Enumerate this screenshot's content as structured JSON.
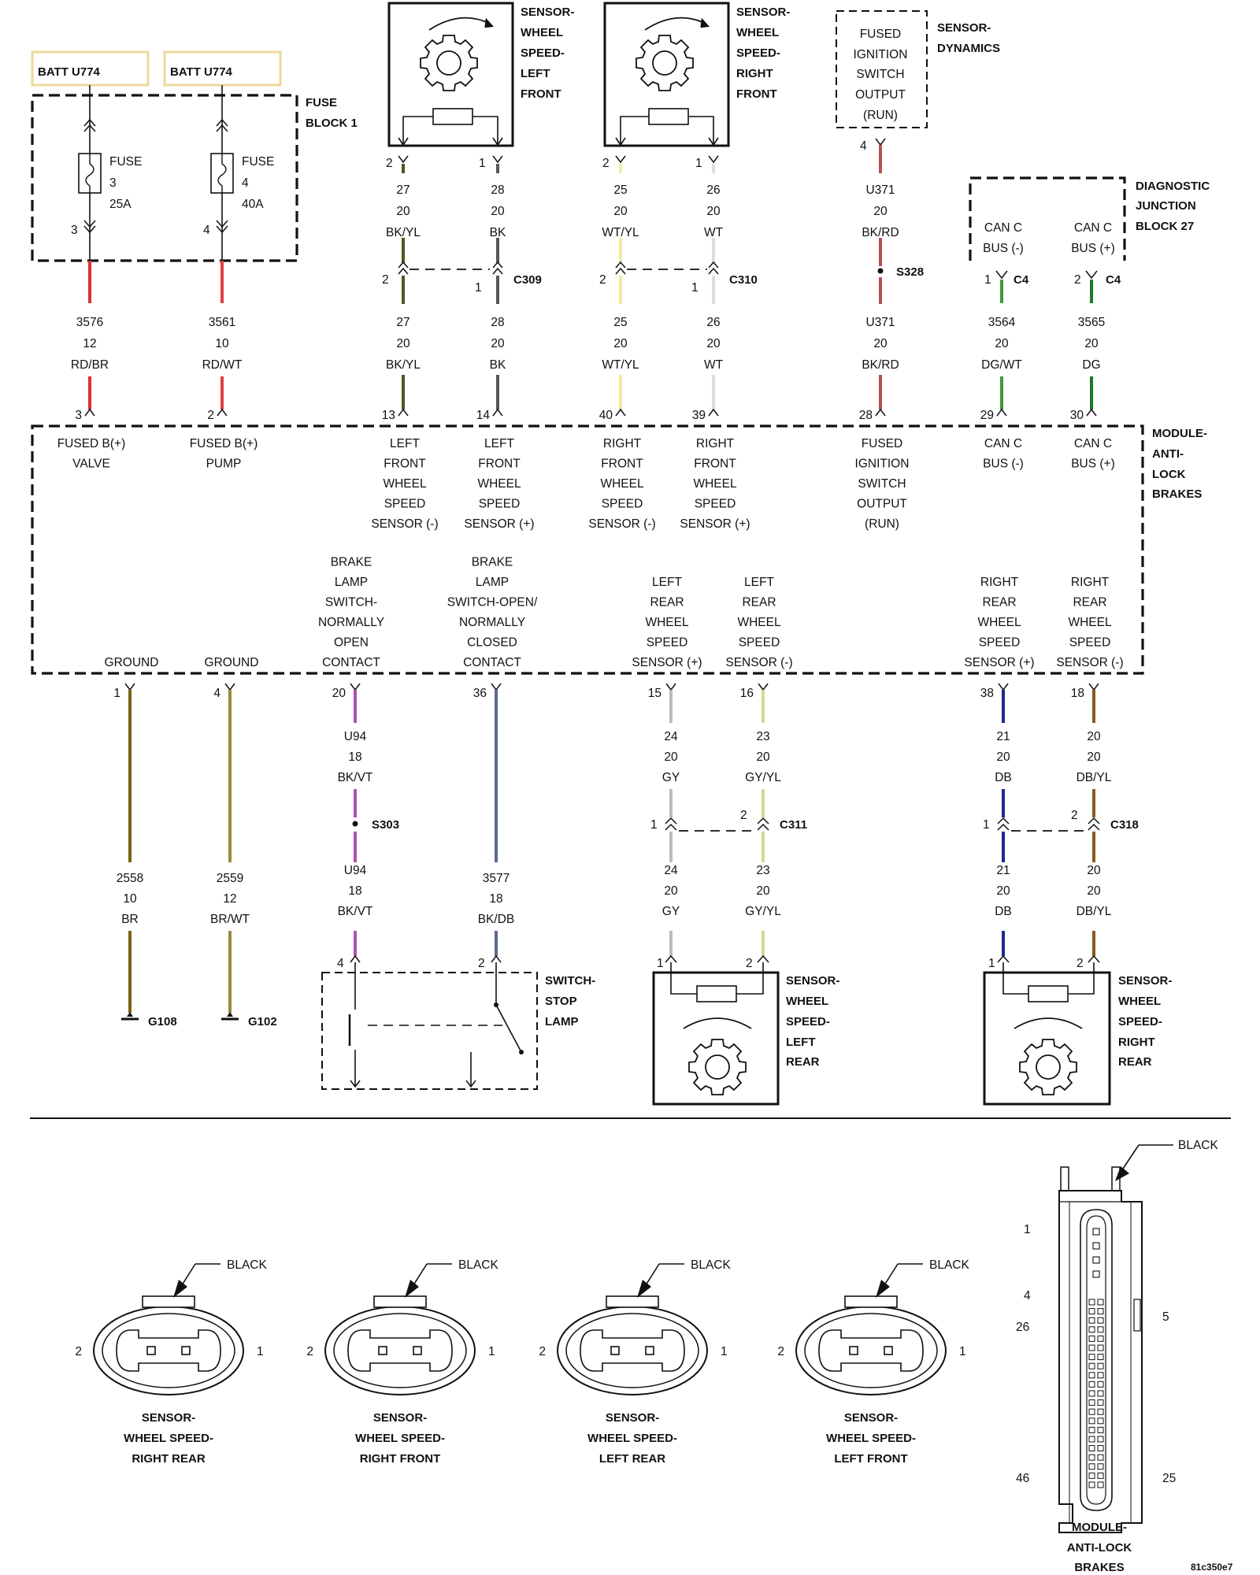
{
  "batteries": [
    {
      "label": "BATT U774"
    },
    {
      "label": "BATT U774"
    }
  ],
  "fuse_block": {
    "title_lines": [
      "FUSE",
      "BLOCK 1"
    ],
    "fuses": [
      {
        "lines": [
          "FUSE",
          "3",
          "25A"
        ],
        "pin": "3"
      },
      {
        "lines": [
          "FUSE",
          "4",
          "40A"
        ],
        "pin": "4"
      }
    ]
  },
  "sensors_front": [
    {
      "title_lines": [
        "SENSOR-",
        "WHEEL",
        "SPEED-",
        "LEFT",
        "FRONT"
      ],
      "pins": [
        "2",
        "1"
      ]
    },
    {
      "title_lines": [
        "SENSOR-",
        "WHEEL",
        "SPEED-",
        "RIGHT",
        "FRONT"
      ],
      "pins": [
        "2",
        "1"
      ]
    }
  ],
  "sensor_dynamics": {
    "box_lines": [
      "FUSED",
      "IGNITION",
      "SWITCH",
      "OUTPUT",
      "(RUN)"
    ],
    "title_lines": [
      "SENSOR-",
      "DYNAMICS"
    ],
    "pin": "4"
  },
  "djb": {
    "title_lines": [
      "DIAGNOSTIC",
      "JUNCTION",
      "BLOCK 27"
    ],
    "pins": [
      {
        "lines": [
          "CAN C",
          "BUS (-)"
        ],
        "pin": "1",
        "conn": "C4"
      },
      {
        "lines": [
          "CAN C",
          "BUS (+)"
        ],
        "pin": "2",
        "conn": "C4"
      }
    ]
  },
  "top_wires": [
    {
      "upper": [
        "27",
        "20",
        "BK/YL"
      ],
      "lower": [
        "27",
        "20",
        "BK/YL"
      ],
      "color": "#55551f"
    },
    {
      "upper": [
        "28",
        "20",
        "BK"
      ],
      "lower": [
        "28",
        "20",
        "BK"
      ],
      "color": "#555555"
    },
    {
      "upper": [
        "25",
        "20",
        "WT/YL"
      ],
      "lower": [
        "25",
        "20",
        "WT/YL"
      ],
      "color": "#eeeea0"
    },
    {
      "upper": [
        "26",
        "20",
        "WT"
      ],
      "lower": [
        "26",
        "20",
        "WT"
      ],
      "color": "#dddddd"
    },
    {
      "upper": [
        "U371",
        "20",
        "BK/RD"
      ],
      "lower": [
        "U371",
        "20",
        "BK/RD"
      ],
      "color": "#b85050"
    },
    {
      "upper": [
        "3564",
        "20",
        "DG/WT"
      ],
      "lower": [],
      "color": "#3a9a3a"
    },
    {
      "upper": [
        "3565",
        "20",
        "DG"
      ],
      "lower": [],
      "color": "#1e7a1e"
    }
  ],
  "battery_wires": [
    {
      "lines": [
        "3576",
        "12",
        "RD/BR"
      ],
      "color": "#e03030"
    },
    {
      "lines": [
        "3561",
        "10",
        "RD/WT"
      ],
      "color": "#e04040"
    }
  ],
  "connectors": {
    "c309": {
      "label": "C309",
      "pins": [
        "2",
        "1"
      ]
    },
    "c310": {
      "label": "C310",
      "pins": [
        "2",
        "1"
      ]
    },
    "s328": {
      "label": "S328"
    },
    "c311": {
      "label": "C311",
      "pins": [
        "1",
        "2"
      ]
    },
    "c318": {
      "label": "C318",
      "pins": [
        "1",
        "2"
      ]
    },
    "s303": {
      "label": "S303"
    }
  },
  "module": {
    "title_lines": [
      "MODULE-",
      "ANTI-",
      "LOCK",
      "BRAKES"
    ],
    "top_pins": [
      {
        "pin": "3",
        "lines": [
          "FUSED B(+)",
          "VALVE"
        ]
      },
      {
        "pin": "2",
        "lines": [
          "FUSED B(+)",
          "PUMP"
        ]
      },
      {
        "pin": "13",
        "lines": [
          "LEFT",
          "FRONT",
          "WHEEL",
          "SPEED",
          "SENSOR (-)"
        ]
      },
      {
        "pin": "14",
        "lines": [
          "LEFT",
          "FRONT",
          "WHEEL",
          "SPEED",
          "SENSOR (+)"
        ]
      },
      {
        "pin": "40",
        "lines": [
          "RIGHT",
          "FRONT",
          "WHEEL",
          "SPEED",
          "SENSOR (-)"
        ]
      },
      {
        "pin": "39",
        "lines": [
          "RIGHT",
          "FRONT",
          "WHEEL",
          "SPEED",
          "SENSOR (+)"
        ]
      },
      {
        "pin": "28",
        "lines": [
          "FUSED",
          "IGNITION",
          "SWITCH",
          "OUTPUT",
          "(RUN)"
        ]
      },
      {
        "pin": "29",
        "lines": [
          "CAN C",
          "BUS (-)"
        ]
      },
      {
        "pin": "30",
        "lines": [
          "CAN C",
          "BUS (+)"
        ]
      }
    ],
    "bottom_pins": [
      {
        "pin": "1",
        "lines": [
          "GROUND"
        ]
      },
      {
        "pin": "4",
        "lines": [
          "GROUND"
        ]
      },
      {
        "pin": "20",
        "lines": [
          "BRAKE",
          "LAMP",
          "SWITCH-",
          "NORMALLY",
          "OPEN",
          "CONTACT"
        ]
      },
      {
        "pin": "36",
        "lines": [
          "BRAKE",
          "LAMP",
          "SWITCH-OPEN/",
          "NORMALLY",
          "CLOSED",
          "CONTACT"
        ]
      },
      {
        "pin": "15",
        "lines": [
          "LEFT",
          "REAR",
          "WHEEL",
          "SPEED",
          "SENSOR (+)"
        ]
      },
      {
        "pin": "16",
        "lines": [
          "LEFT",
          "REAR",
          "WHEEL",
          "SPEED",
          "SENSOR (-)"
        ]
      },
      {
        "pin": "38",
        "lines": [
          "RIGHT",
          "REAR",
          "WHEEL",
          "SPEED",
          "SENSOR (+)"
        ]
      },
      {
        "pin": "18",
        "lines": [
          "RIGHT",
          "REAR",
          "WHEEL",
          "SPEED",
          "SENSOR (-)"
        ]
      }
    ]
  },
  "bottom_wires": [
    {
      "upper": [
        "2558",
        "10",
        "BR"
      ],
      "color": "#7a6412"
    },
    {
      "upper": [
        "2559",
        "12",
        "BR/WT"
      ],
      "color": "#9a8a3a"
    },
    {
      "upper": [
        "U94",
        "18",
        "BK/VT"
      ],
      "lower": [
        "U94",
        "18",
        "BK/VT"
      ],
      "color": "#b050b8"
    },
    {
      "upper": [
        "3577",
        "18",
        "BK/DB"
      ],
      "color": "#5a6a90"
    },
    {
      "upper": [
        "24",
        "20",
        "GY"
      ],
      "lower": [
        "24",
        "20",
        "GY"
      ],
      "color": "#bbbbbb"
    },
    {
      "upper": [
        "23",
        "20",
        "GY/YL"
      ],
      "lower": [
        "23",
        "20",
        "GY/YL"
      ],
      "color": "#d8d890"
    },
    {
      "upper": [
        "21",
        "20",
        "DB"
      ],
      "lower": [
        "21",
        "20",
        "DB"
      ],
      "color": "#1a2a90"
    },
    {
      "upper": [
        "20",
        "20",
        "DB/YL"
      ],
      "lower": [
        "20",
        "20",
        "DB/YL"
      ],
      "color": "#8a5a1a"
    }
  ],
  "grounds": [
    {
      "label": "G108"
    },
    {
      "label": "G102"
    }
  ],
  "stop_lamp_switch": {
    "title_lines": [
      "SWITCH-",
      "STOP",
      "LAMP"
    ],
    "pins": [
      "4",
      "2"
    ]
  },
  "sensors_rear": [
    {
      "title_lines": [
        "SENSOR-",
        "WHEEL",
        "SPEED-",
        "LEFT",
        "REAR"
      ],
      "pins": [
        "1",
        "2"
      ]
    },
    {
      "title_lines": [
        "SENSOR-",
        "WHEEL",
        "SPEED-",
        "RIGHT",
        "REAR"
      ],
      "pins": [
        "1",
        "2"
      ]
    }
  ],
  "connector_views": [
    {
      "color_label": "BLACK",
      "pin_left": "2",
      "pin_right": "1",
      "name_lines": [
        "SENSOR-",
        "WHEEL SPEED-",
        "RIGHT REAR"
      ]
    },
    {
      "color_label": "BLACK",
      "pin_left": "2",
      "pin_right": "1",
      "name_lines": [
        "SENSOR-",
        "WHEEL SPEED-",
        "RIGHT FRONT"
      ]
    },
    {
      "color_label": "BLACK",
      "pin_left": "2",
      "pin_right": "1",
      "name_lines": [
        "SENSOR-",
        "WHEEL SPEED-",
        "LEFT REAR"
      ]
    },
    {
      "color_label": "BLACK",
      "pin_left": "2",
      "pin_right": "1",
      "name_lines": [
        "SENSOR-",
        "WHEEL SPEED-",
        "LEFT FRONT"
      ]
    }
  ],
  "abs_connector_view": {
    "color_label": "BLACK",
    "pin_labels": [
      "1",
      "4",
      "26",
      "46",
      "5",
      "25"
    ],
    "name_lines": [
      "MODULE-",
      "ANTI-LOCK",
      "BRAKES"
    ]
  },
  "figure_code": "81c350e7"
}
